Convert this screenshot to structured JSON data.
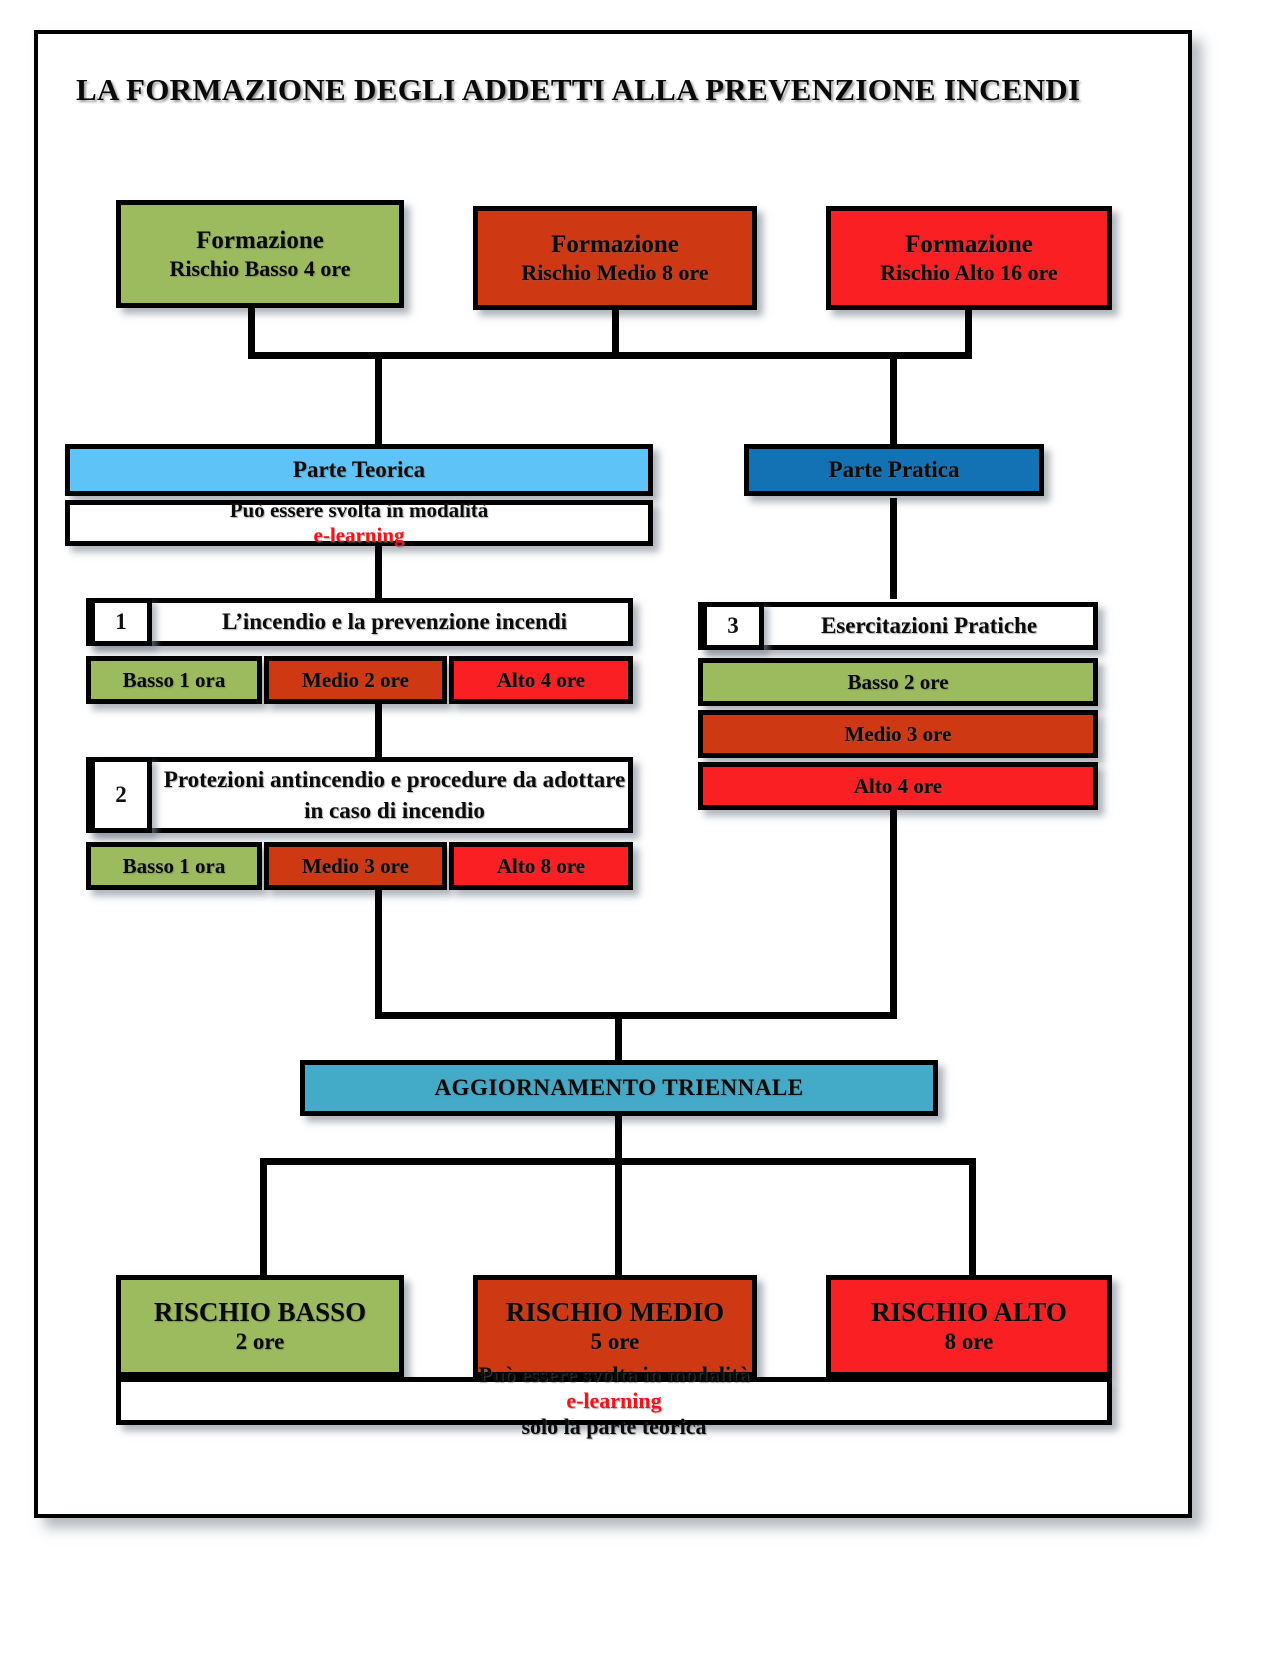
{
  "page": {
    "title": "LA FORMAZIONE DEGLI ADDETTI ALLA PREVENZIONE INCENDI"
  },
  "colors": {
    "low_risk": "#9cba5e",
    "medium_risk": "#ce3913",
    "high_risk": "#fa1f22",
    "theory": "#5ec3f7",
    "practice": "#1272b4",
    "refresher": "#43aac8",
    "elearning_text": "#f5131a"
  },
  "training_boxes": [
    {
      "heading": "Formazione",
      "detail": "Rischio Basso 4 ore"
    },
    {
      "heading": "Formazione",
      "detail": "Rischio Medio 8 ore"
    },
    {
      "heading": "Formazione",
      "detail": "Rischio Alto 16 ore"
    }
  ],
  "theory": {
    "header": "Parte Teorica",
    "note_prefix": "Può essere svolta in modalità ",
    "note_highlight": "e-learning",
    "modules": [
      {
        "number": "1",
        "title": "L’incendio e la prevenzione incendi",
        "hours": [
          {
            "label": "Basso 1 ora",
            "level": "low"
          },
          {
            "label": "Medio 2 ore",
            "level": "medium"
          },
          {
            "label": "Alto 4 ore",
            "level": "high"
          }
        ]
      },
      {
        "number": "2",
        "title": "Protezioni antincendio e procedure da adottare in caso di incendio",
        "hours": [
          {
            "label": "Basso 1 ora",
            "level": "low"
          },
          {
            "label": "Medio 3 ore",
            "level": "medium"
          },
          {
            "label": "Alto 8 ore",
            "level": "high"
          }
        ]
      }
    ]
  },
  "practice": {
    "header": "Parte Pratica",
    "module": {
      "number": "3",
      "title": "Esercitazioni Pratiche",
      "hours": [
        {
          "label": "Basso 2 ore",
          "level": "low"
        },
        {
          "label": "Medio 3 ore",
          "level": "medium"
        },
        {
          "label": "Alto 4 ore",
          "level": "high"
        }
      ]
    }
  },
  "refresher": {
    "header": "AGGIORNAMENTO TRIENNALE",
    "risk_boxes": [
      {
        "name": "RISCHIO BASSO",
        "hours": "2 ore",
        "level": "low"
      },
      {
        "name": "RISCHIO MEDIO",
        "hours": "5 ore",
        "level": "medium"
      },
      {
        "name": "RISCHIO ALTO",
        "hours": "8 ore",
        "level": "high"
      }
    ],
    "note_prefix": "Può essere svolta in modalità ",
    "note_highlight": "e-learning",
    "note_suffix": " solo la parte teorica"
  }
}
